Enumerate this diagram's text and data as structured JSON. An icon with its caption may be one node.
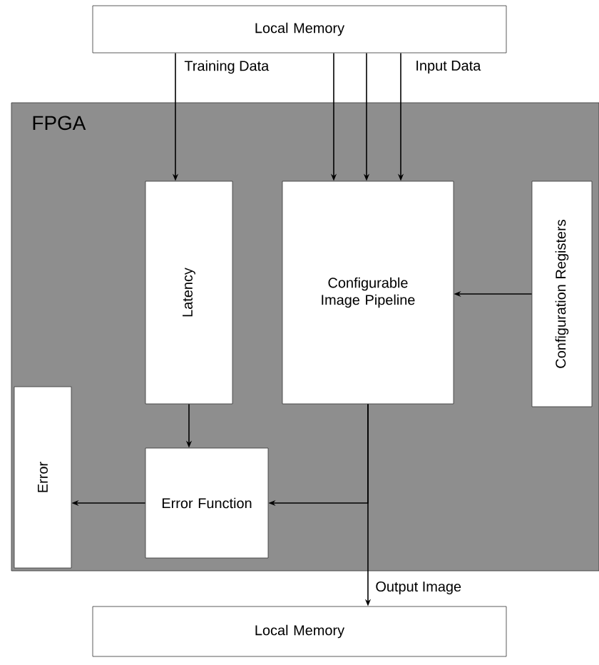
{
  "diagram": {
    "nodes": [
      {
        "text": [
          "Local Memory"
        ]
      },
      {
        "text": [
          "FPGA"
        ]
      },
      {
        "text": [
          "Latency"
        ],
        "in": 1
      },
      {
        "text": [
          "Configurable Image Pipeline"
        ],
        "in": 1
      },
      {
        "text": [
          "Configuration Registers"
        ],
        "in": 1
      },
      {
        "text": [
          "Error"
        ],
        "in": 1
      },
      {
        "text": [
          "Error Function"
        ],
        "in": 1
      },
      {
        "text": [
          "Local Memory"
        ]
      }
    ],
    "edges": [
      {
        "from": 0,
        "to": 2,
        "arrow": "to",
        "label": "Training Data"
      },
      {
        "from": 0,
        "to": 3,
        "arrow": "to"
      },
      {
        "from": 0,
        "to": 3,
        "arrow": "to"
      },
      {
        "from": 0,
        "to": 3,
        "arrow": "to",
        "label": "Input Data"
      },
      {
        "from": 4,
        "to": 3,
        "arrow": "to"
      },
      {
        "from": 2,
        "to": 6,
        "arrow": "to"
      },
      {
        "from": 3,
        "to": 6,
        "arrow": "to"
      },
      {
        "from": 3,
        "to": 7,
        "arrow": "to",
        "label": "Output Image"
      },
      {
        "from": 6,
        "to": 5,
        "arrow": "to"
      }
    ]
  }
}
